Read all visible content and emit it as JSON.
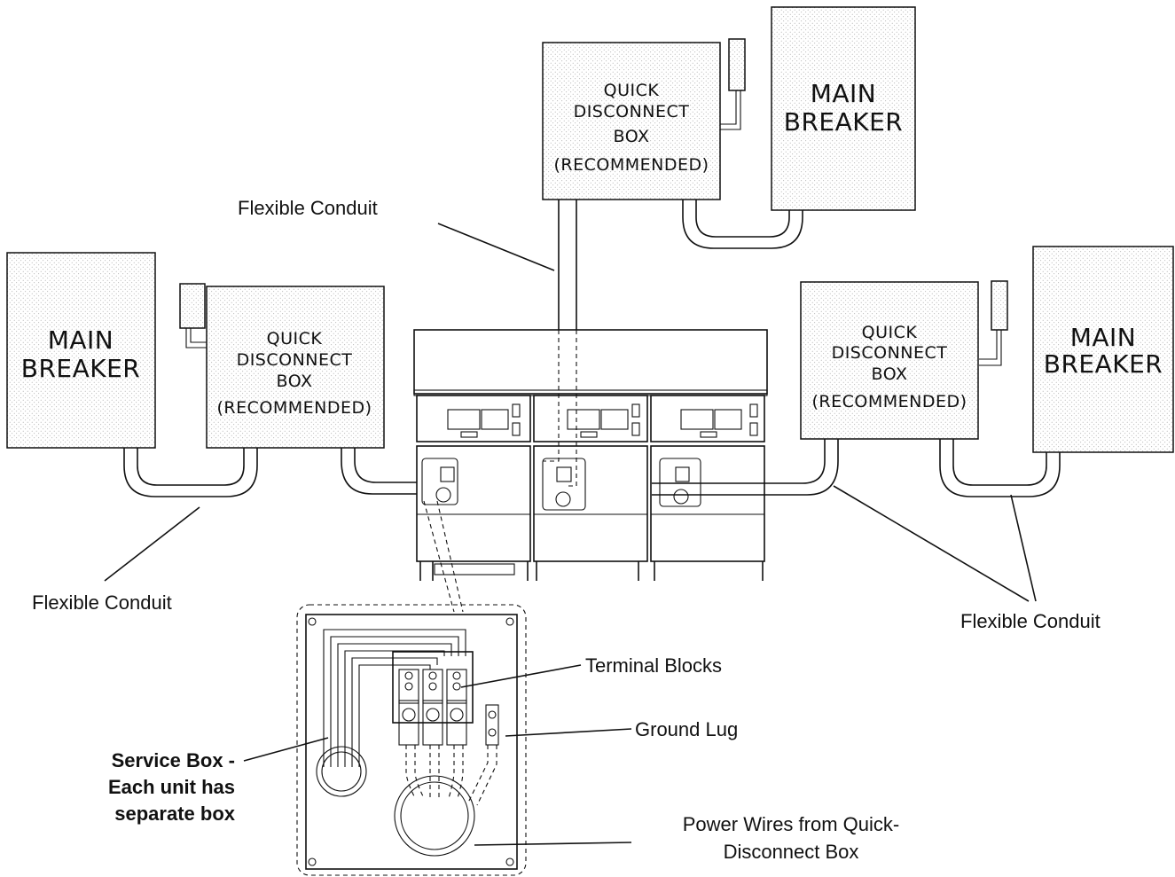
{
  "diagram": {
    "enclosures": {
      "main_breaker_left": {
        "lines": [
          "MAIN",
          "BREAKER"
        ]
      },
      "qd_box_left": {
        "lines": [
          "QUICK",
          "DISCONNECT",
          "BOX",
          "(RECOMMENDED)"
        ]
      },
      "qd_box_top": {
        "lines": [
          "QUICK",
          "DISCONNECT",
          "BOX",
          "(RECOMMENDED)"
        ]
      },
      "main_breaker_top": {
        "lines": [
          "MAIN",
          "BREAKER"
        ]
      },
      "qd_box_right": {
        "lines": [
          "QUICK",
          "DISCONNECT",
          "BOX",
          "(RECOMMENDED)"
        ]
      },
      "main_breaker_right": {
        "lines": [
          "MAIN",
          "BREAKER"
        ]
      }
    },
    "callouts": {
      "flexible_conduit_top": "Flexible Conduit",
      "flexible_conduit_left": "Flexible Conduit",
      "flexible_conduit_right": "Flexible Conduit",
      "terminal_blocks": "Terminal Blocks",
      "ground_lug": "Ground Lug",
      "service_box": [
        "Service Box -",
        "Each unit has",
        "separate box"
      ],
      "power_wires": [
        "Power Wires from Quick-",
        "Disconnect Box"
      ]
    }
  }
}
